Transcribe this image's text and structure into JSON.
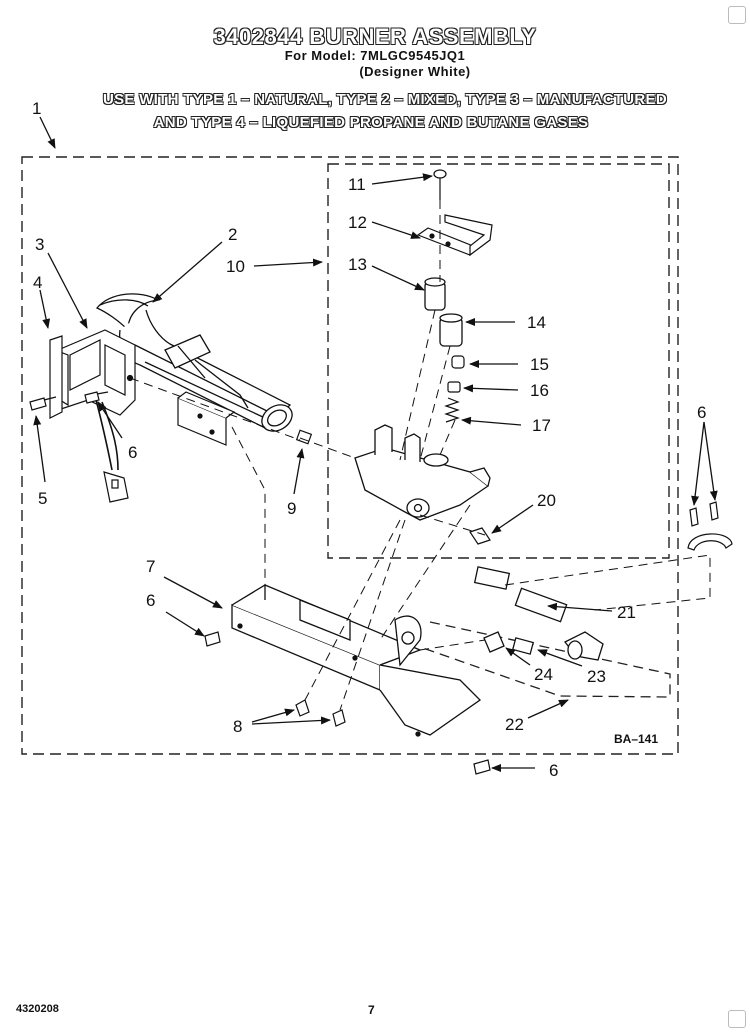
{
  "header": {
    "title": "3402844 BURNER ASSEMBLY",
    "model_line": "For Model: 7MLGC9545JQ1",
    "color_line": "(Designer White)"
  },
  "gas_note": {
    "line1": "USE WITH TYPE 1 – NATURAL, TYPE 2 – MIXED, TYPE 3 – MANUFACTURED",
    "line2": "AND TYPE 4 – LIQUEFIED PROPANE AND BUTANE GASES"
  },
  "callouts": {
    "c1": "1",
    "c2": "2",
    "c3": "3",
    "c4": "4",
    "c5": "5",
    "c6a": "6",
    "c6b": "6",
    "c6c": "6",
    "c6d": "6",
    "c7": "7",
    "c8": "8",
    "c9": "9",
    "c10": "10",
    "c11": "11",
    "c12": "12",
    "c13": "13",
    "c14": "14",
    "c15": "15",
    "c16": "16",
    "c17": "17",
    "c20": "20",
    "c21": "21",
    "c22": "22",
    "c23": "23",
    "c24": "24"
  },
  "diagram_ref": "BA–141",
  "footer": {
    "doc_number": "4320208",
    "page_number": "7"
  }
}
